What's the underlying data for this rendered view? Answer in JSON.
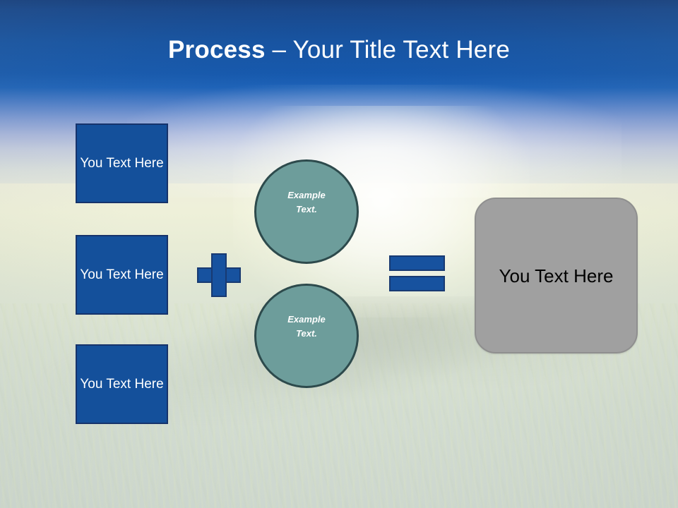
{
  "slide": {
    "title_bold": "Process",
    "title_rest": " – Your Title Text Here"
  },
  "inputs": [
    {
      "label": "You Text Here"
    },
    {
      "label": "You Text Here"
    },
    {
      "label": "You Text Here"
    }
  ],
  "operators": {
    "plus": "plus-sign",
    "equals": "equals-sign"
  },
  "circles": [
    {
      "line1": "Example",
      "line2": "Text."
    },
    {
      "line1": "Example",
      "line2": "Text."
    }
  ],
  "result": {
    "label": "You Text Here"
  },
  "colors": {
    "title_band_top": "#123d7f",
    "title_band_bottom": "#1558ad",
    "box_fill": "#14509b",
    "box_border": "#16336b",
    "operator_fill": "#17529f",
    "operator_border": "#183a72",
    "circle_fill": "#6d9d9b",
    "circle_border": "#2d4a4c",
    "result_fill": "#a0a0a0",
    "result_border": "#8f8f8f",
    "title_text": "#ffffff",
    "box_text": "#ffffff",
    "circle_text": "#ffffff",
    "result_text": "#000000"
  }
}
